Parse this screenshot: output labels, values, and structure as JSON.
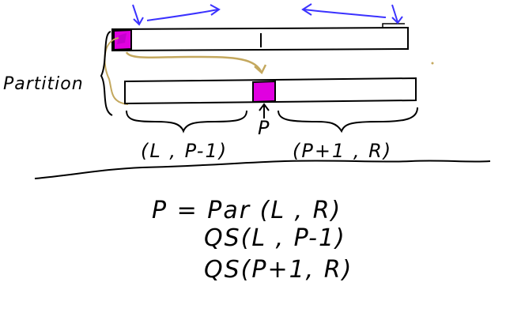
{
  "labels": {
    "partition": "Partition",
    "pivot": "P",
    "left_range": "(L , P-1)",
    "right_range": "(P+1 , R)"
  },
  "code": {
    "line1": "P = Par (L , R)",
    "line2": "QS(L , P-1)",
    "line3": "QS(P+1, R)"
  },
  "colors": {
    "pivot_fill": "#e000e0",
    "pointer_arrows": "#3b32ff",
    "move_arrow": "#c4a85e",
    "ink": "#000000"
  }
}
